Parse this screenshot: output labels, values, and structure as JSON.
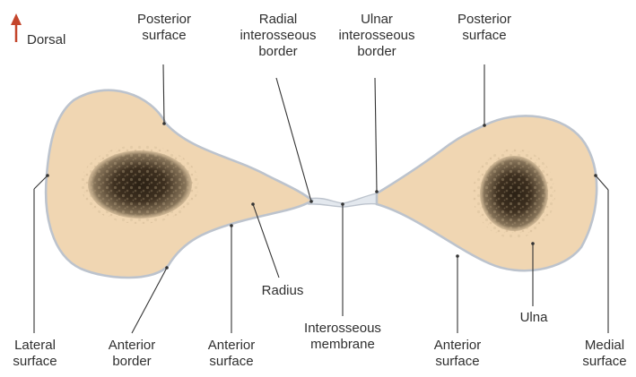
{
  "diagram": {
    "orientation": {
      "label": "Dorsal",
      "arrow_color": "#c4452b"
    },
    "colors": {
      "bone_fill": "#f0d6b2",
      "bone_edge": "#bcc3cd",
      "marrow": "#3b2e1d",
      "leader_line": "#333333"
    },
    "labels": {
      "posterior_surface_radius": [
        "Posterior",
        "surface"
      ],
      "radial_interosseous_border": [
        "Radial",
        "interosseous",
        "border"
      ],
      "ulnar_interosseous_border": [
        "Ulnar",
        "interosseous",
        "border"
      ],
      "posterior_surface_ulna": [
        "Posterior",
        "surface"
      ],
      "radius": [
        "Radius"
      ],
      "ulna": [
        "Ulna"
      ],
      "lateral_surface": [
        "Lateral",
        "surface"
      ],
      "anterior_border": [
        "Anterior",
        "border"
      ],
      "anterior_surface_radius": [
        "Anterior",
        "surface"
      ],
      "interosseous_membrane": [
        "Interosseous",
        "membrane"
      ],
      "anterior_surface_ulna": [
        "Anterior",
        "surface"
      ],
      "medial_surface": [
        "Medial",
        "surface"
      ]
    }
  }
}
